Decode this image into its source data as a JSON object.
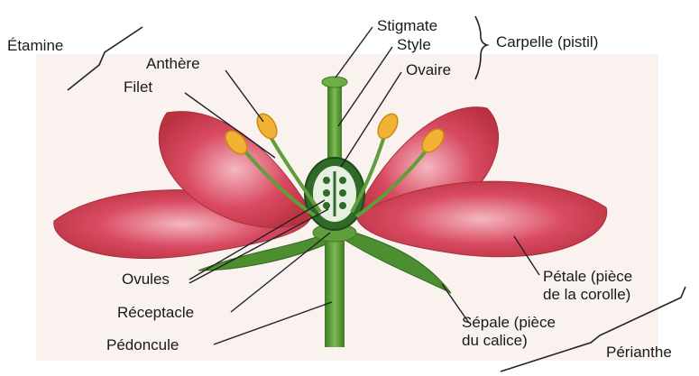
{
  "labels": {
    "etamine": "Étamine",
    "anthere": "Anthère",
    "filet": "Filet",
    "stigmate": "Stigmate",
    "style": "Style",
    "ovaire": "Ovaire",
    "carpelle": "Carpelle (pistil)",
    "ovules": "Ovules",
    "receptacle": "Réceptacle",
    "pedoncule": "Pédoncule",
    "petale_1": "Pétale (pièce",
    "petale_2": "de la corolle)",
    "sepale_1": "Sépale (pièce",
    "sepale_2": "du calice)",
    "perianthe": "Périanthe"
  },
  "colors": {
    "petal": "#d9475f",
    "petal_light": "#f0a6b0",
    "stem": "#5f9e3a",
    "stem_dark": "#3f7a26",
    "anther": "#f2b233",
    "ovary": "#2f6a28",
    "line": "#222222"
  }
}
